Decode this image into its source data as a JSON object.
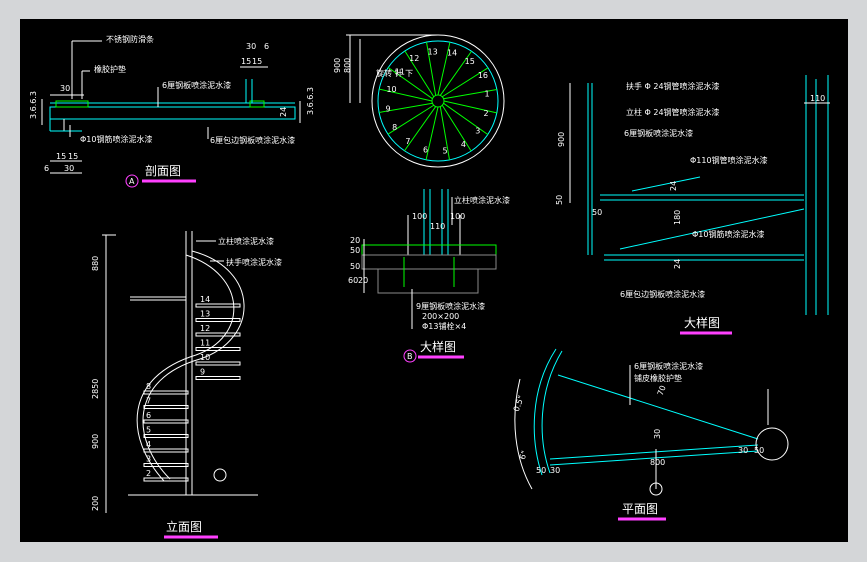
{
  "colors": {
    "background": "#000000",
    "frame": "#d4d6d8",
    "cyan": "#00ffff",
    "green": "#00ff00",
    "white": "#ffffff",
    "magenta": "#ff40ff",
    "yellow": "#ffff00"
  },
  "titles": {
    "section": "剖面图",
    "detail_b": "大样图",
    "detail": "大样图",
    "elevation": "立面图",
    "plan": "平面图"
  },
  "markers": {
    "a": "A",
    "b": "B"
  },
  "section": {
    "note_top": "不锈钢防滑条",
    "note_rubber": "橡胶护垫",
    "note_plate": "6厘钢板喷涂泥水漆",
    "note_bar": "Φ10钢筋喷涂泥水漆",
    "note_edge": "6厘包边钢板喷涂泥水漆",
    "dims": [
      "30",
      "6",
      "15",
      "15",
      "30",
      "15",
      "15",
      "30",
      "6",
      "3.6.6.3",
      "3.6.6.3",
      "24"
    ]
  },
  "plan_circle": {
    "note": "旋转 针 下",
    "numbers": [
      "13",
      "14",
      "15",
      "16",
      "1",
      "2",
      "3",
      "4",
      "5",
      "6",
      "7",
      "8",
      "9",
      "10",
      "11",
      "12"
    ],
    "dims": [
      "900",
      "800"
    ]
  },
  "column": {
    "note_column": "立柱喷涂泥水漆",
    "note_plate": "9厘钢板喷涂泥水漆",
    "note_size": "200×200",
    "note_bolt": "Φ13铺栓×4",
    "dims": [
      "100",
      "100",
      "110",
      "20",
      "50",
      "50",
      "60",
      "20"
    ]
  },
  "detail": {
    "note_handrail": "扶手 Φ 24钢管喷涂泥水漆",
    "note_post": "立柱 Φ 24钢管喷涂泥水漆",
    "note_plate": "6厘钢板喷涂泥水漆",
    "note_pipe": "Φ110钢管喷涂泥水漆",
    "note_bar": "Φ10钢筋喷涂泥水漆",
    "note_edge": "6厘包边钢板喷涂泥水漆",
    "dims": [
      "110",
      "900",
      "50",
      "50",
      "24",
      "180",
      "24"
    ]
  },
  "elevation": {
    "note_post": "立柱喷涂泥水漆",
    "note_handrail": "扶手喷涂泥水漆",
    "dims": [
      "880",
      "2850",
      "900",
      "200"
    ],
    "steps": [
      "14",
      "13",
      "12",
      "11",
      "10",
      "9",
      "8",
      "7",
      "6",
      "5",
      "4",
      "3",
      "2"
    ]
  },
  "plan_tread": {
    "note_plate": "6厘钢板喷涂泥水漆",
    "note_rubber": "铺皮橡胶护垫",
    "dims": [
      "0.5\"",
      "6\"",
      "70",
      "30",
      "800",
      "50",
      "30",
      "30",
      "50"
    ]
  }
}
